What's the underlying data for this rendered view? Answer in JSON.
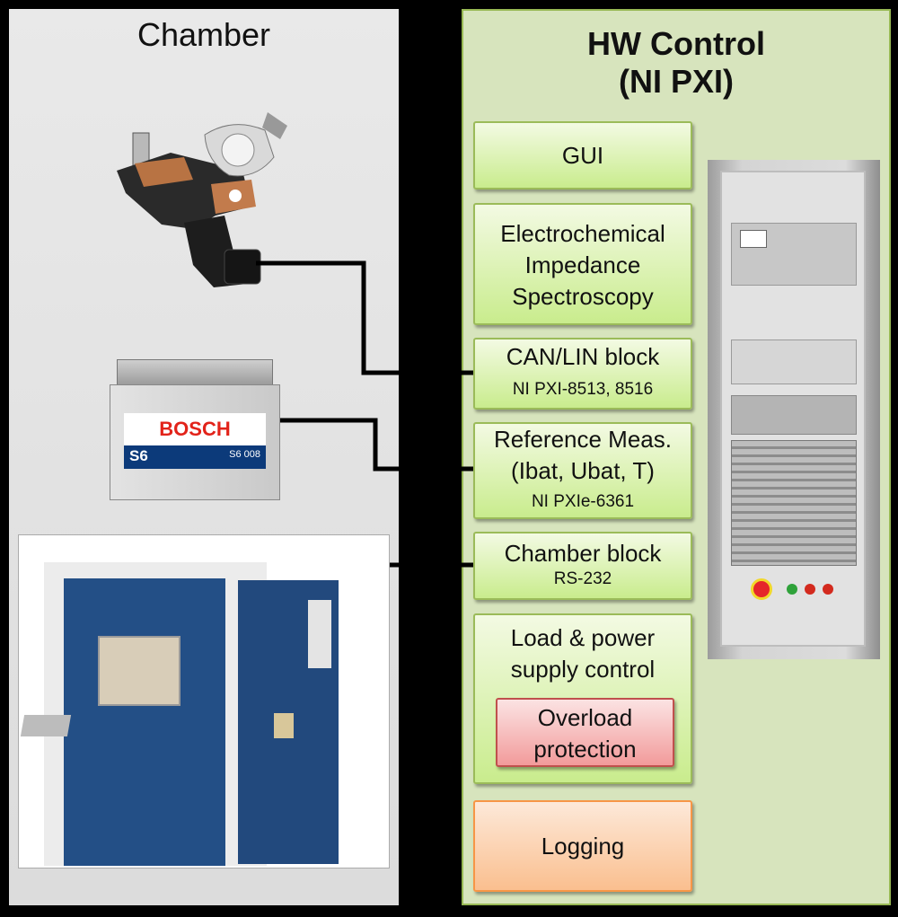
{
  "chamber": {
    "title": "Chamber"
  },
  "hw_control": {
    "title_line1": "HW Control",
    "title_line2": "(NI PXI)"
  },
  "blocks": {
    "gui": "GUI",
    "eis": [
      "Electrochemical",
      "Impedance",
      "Spectroscopy"
    ],
    "can_lin": {
      "title": "CAN/LIN block",
      "sub": "NI PXI-8513, 8516"
    },
    "ref_meas": {
      "line1": "Reference Meas.",
      "line2": "(Ibat, Ubat, T)",
      "sub": "NI PXIe-6361"
    },
    "chamber_block": {
      "title": "Chamber block",
      "sub": "RS-232"
    },
    "load": {
      "line1": "Load & power",
      "line2": "supply control"
    },
    "overload": {
      "line1": "Overload",
      "line2": "protection"
    },
    "logging": "Logging"
  },
  "battery": {
    "brand": "BOSCH",
    "model": "S6",
    "code": "S6 008"
  },
  "colors": {
    "hw_bg": "#d7e4bd",
    "green_border": "#9bbb59",
    "red_border": "#c0504d",
    "orange_border": "#f79646"
  }
}
